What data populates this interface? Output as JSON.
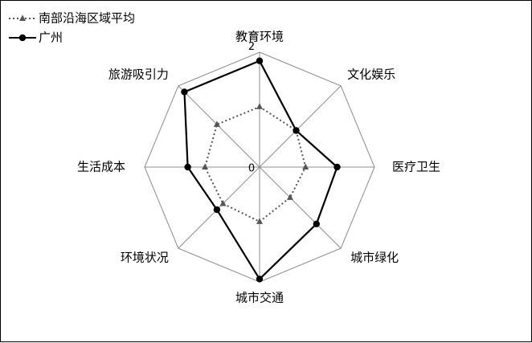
{
  "chart_data": {
    "type": "radar",
    "categories": [
      "教育环境",
      "文化娱乐",
      "医疗卫生",
      "城市绿化",
      "城市交通",
      "环境状况",
      "生活成本",
      "旅游吸引力"
    ],
    "rlim": [
      0,
      2
    ],
    "ticks": [
      "0",
      "2"
    ],
    "grid": true,
    "legend_position": "top-left",
    "series": [
      {
        "name": "南部沿海区域平均",
        "values": [
          1.05,
          0.9,
          0.8,
          0.75,
          0.95,
          0.9,
          0.95,
          1.05
        ],
        "color": "#555555",
        "line": "dotted",
        "marker": "triangle"
      },
      {
        "name": "广州",
        "values": [
          1.85,
          0.9,
          1.35,
          1.4,
          1.95,
          1.05,
          1.25,
          1.85
        ],
        "color": "#000000",
        "line": "solid",
        "marker": "circle"
      }
    ]
  }
}
